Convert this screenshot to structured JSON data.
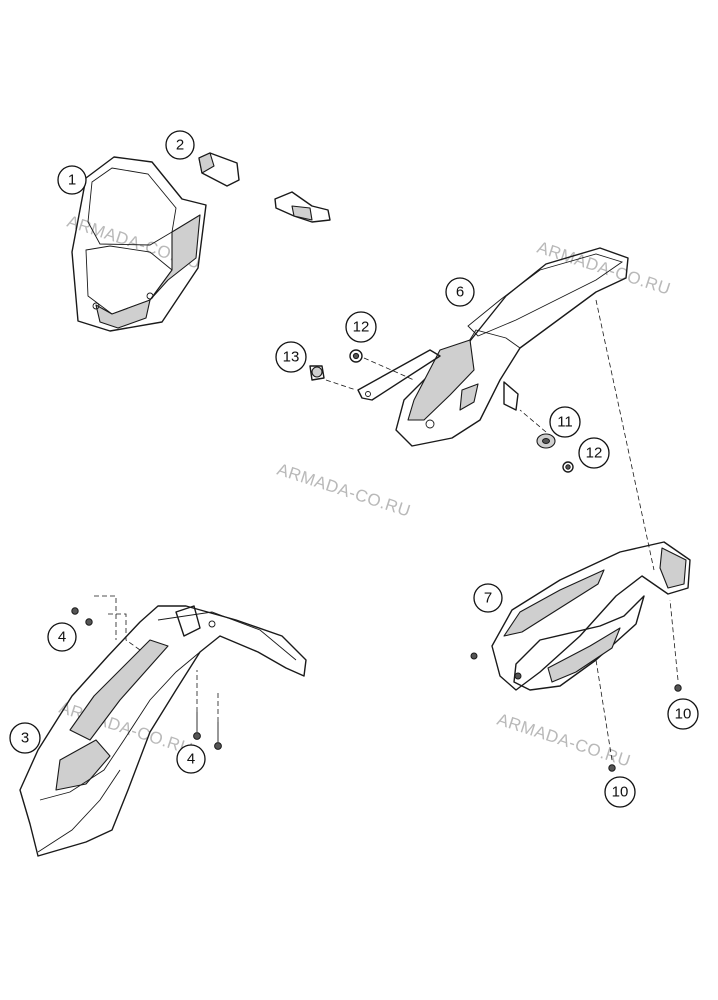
{
  "watermark": "ARMADA-CO.RU",
  "callouts": [
    {
      "id": "c1",
      "label": "1"
    },
    {
      "id": "c2",
      "label": "2"
    },
    {
      "id": "c3",
      "label": "3"
    },
    {
      "id": "c4a",
      "label": "4"
    },
    {
      "id": "c4b",
      "label": "4"
    },
    {
      "id": "c6",
      "label": "6"
    },
    {
      "id": "c7",
      "label": "7"
    },
    {
      "id": "c10a",
      "label": "10"
    },
    {
      "id": "c10b",
      "label": "10"
    },
    {
      "id": "c11",
      "label": "11"
    },
    {
      "id": "c12a",
      "label": "12"
    },
    {
      "id": "c12b",
      "label": "12"
    },
    {
      "id": "c13",
      "label": "13"
    }
  ]
}
